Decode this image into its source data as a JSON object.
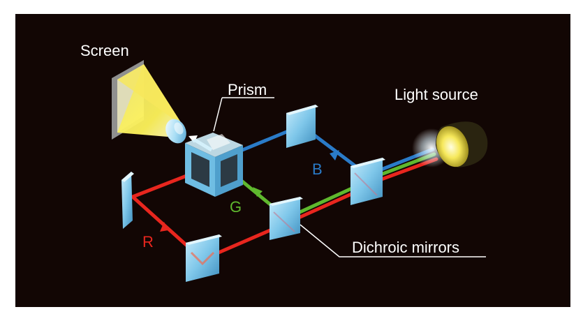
{
  "labels": {
    "screen": "Screen",
    "prism": "Prism",
    "light_source": "Light source",
    "dichroic_mirrors": "Dichroic mirrors",
    "blue": "B",
    "green": "G",
    "red": "R"
  },
  "colors": {
    "background": "#120604",
    "red_beam": "#e8261e",
    "green_beam": "#5fb82e",
    "blue_beam": "#2a7bc8",
    "mirror": "#86ccec",
    "screen_light": "#fff36a"
  }
}
